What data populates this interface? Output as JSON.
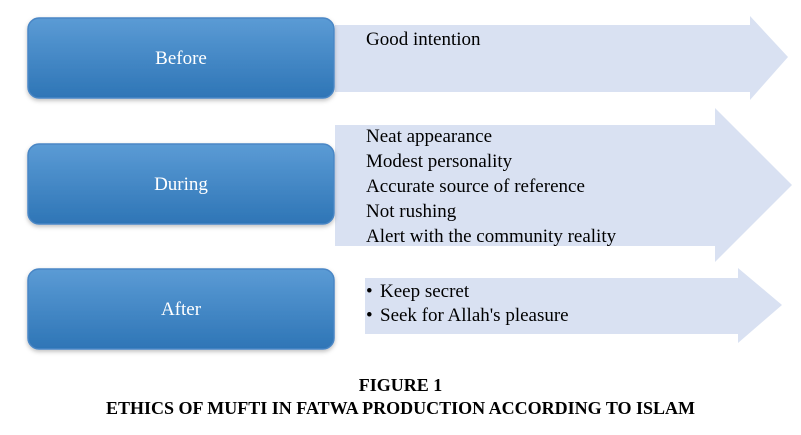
{
  "colors": {
    "box_top": "#5b9bd5",
    "box_bottom": "#2e75b6",
    "box_border": "#4a86c5",
    "arrow_fill": "#d9e1f2",
    "label_text": "#ffffff"
  },
  "stages": [
    {
      "label": "Before",
      "items": [
        "Good intention"
      ],
      "bulleted": false
    },
    {
      "label": "During",
      "items": [
        "Neat appearance",
        "Modest personality",
        "Accurate source of reference",
        "Not rushing",
        "Alert with the community reality"
      ],
      "bulleted": false
    },
    {
      "label": "After",
      "items": [
        "Keep secret",
        "Seek for Allah's pleasure"
      ],
      "bulleted": true,
      "bullet": "•"
    }
  ],
  "caption": {
    "line1": "FIGURE 1",
    "line2": "ETHICS OF MUFTI IN FATWA PRODUCTION ACCORDING TO ISLAM"
  }
}
